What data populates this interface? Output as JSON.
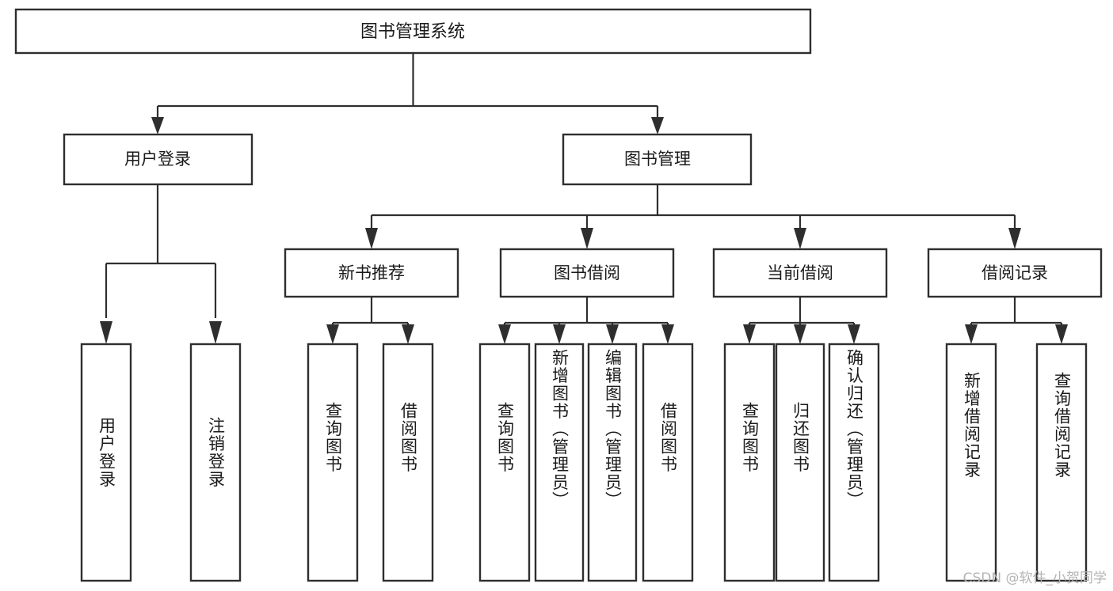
{
  "diagram": {
    "type": "tree-hierarchy",
    "title": "图书管理系统",
    "root": {
      "id": "root",
      "label": "图书管理系统",
      "level": 0
    },
    "level1": [
      {
        "id": "user-login",
        "label": "用户登录"
      },
      {
        "id": "book-manage",
        "label": "图书管理"
      }
    ],
    "level2": [
      {
        "id": "new-book-rec",
        "label": "新书推荐",
        "parent": "book-manage"
      },
      {
        "id": "book-borrow",
        "label": "图书借阅",
        "parent": "book-manage"
      },
      {
        "id": "current-borrow",
        "label": "当前借阅",
        "parent": "book-manage"
      },
      {
        "id": "borrow-record",
        "label": "借阅记录",
        "parent": "book-manage"
      }
    ],
    "leaves": [
      {
        "id": "leaf-user-login",
        "label": "用户登录",
        "parent": "user-login"
      },
      {
        "id": "leaf-user-logout",
        "label": "注销登录",
        "parent": "user-login"
      },
      {
        "id": "leaf-query-book-1",
        "label": "查询图书",
        "parent": "new-book-rec"
      },
      {
        "id": "leaf-borrow-book-1",
        "label": "借阅图书",
        "parent": "new-book-rec"
      },
      {
        "id": "leaf-query-book-2",
        "label": "查询图书",
        "parent": "book-borrow"
      },
      {
        "id": "leaf-add-book",
        "label": "新增图书（管理员）",
        "parent": "book-borrow"
      },
      {
        "id": "leaf-edit-book",
        "label": "编辑图书（管理员）",
        "parent": "book-borrow"
      },
      {
        "id": "leaf-borrow-book-2",
        "label": "借阅图书",
        "parent": "book-borrow"
      },
      {
        "id": "leaf-query-book-3",
        "label": "查询图书",
        "parent": "current-borrow"
      },
      {
        "id": "leaf-return-book",
        "label": "归还图书",
        "parent": "current-borrow"
      },
      {
        "id": "leaf-confirm-return",
        "label": "确认归还（管理员）",
        "parent": "current-borrow"
      },
      {
        "id": "leaf-add-record",
        "label": "新增借阅记录",
        "parent": "borrow-record"
      },
      {
        "id": "leaf-query-record",
        "label": "查询借阅记录",
        "parent": "borrow-record"
      }
    ],
    "watermark": "CSDN @软件_小贺同学",
    "colors": {
      "background": "#ffffff",
      "box_stroke": "#2e2e2e",
      "box_fill": "#ffffff",
      "text": "#1a1a1a",
      "watermark": "#b4b4b4"
    }
  }
}
